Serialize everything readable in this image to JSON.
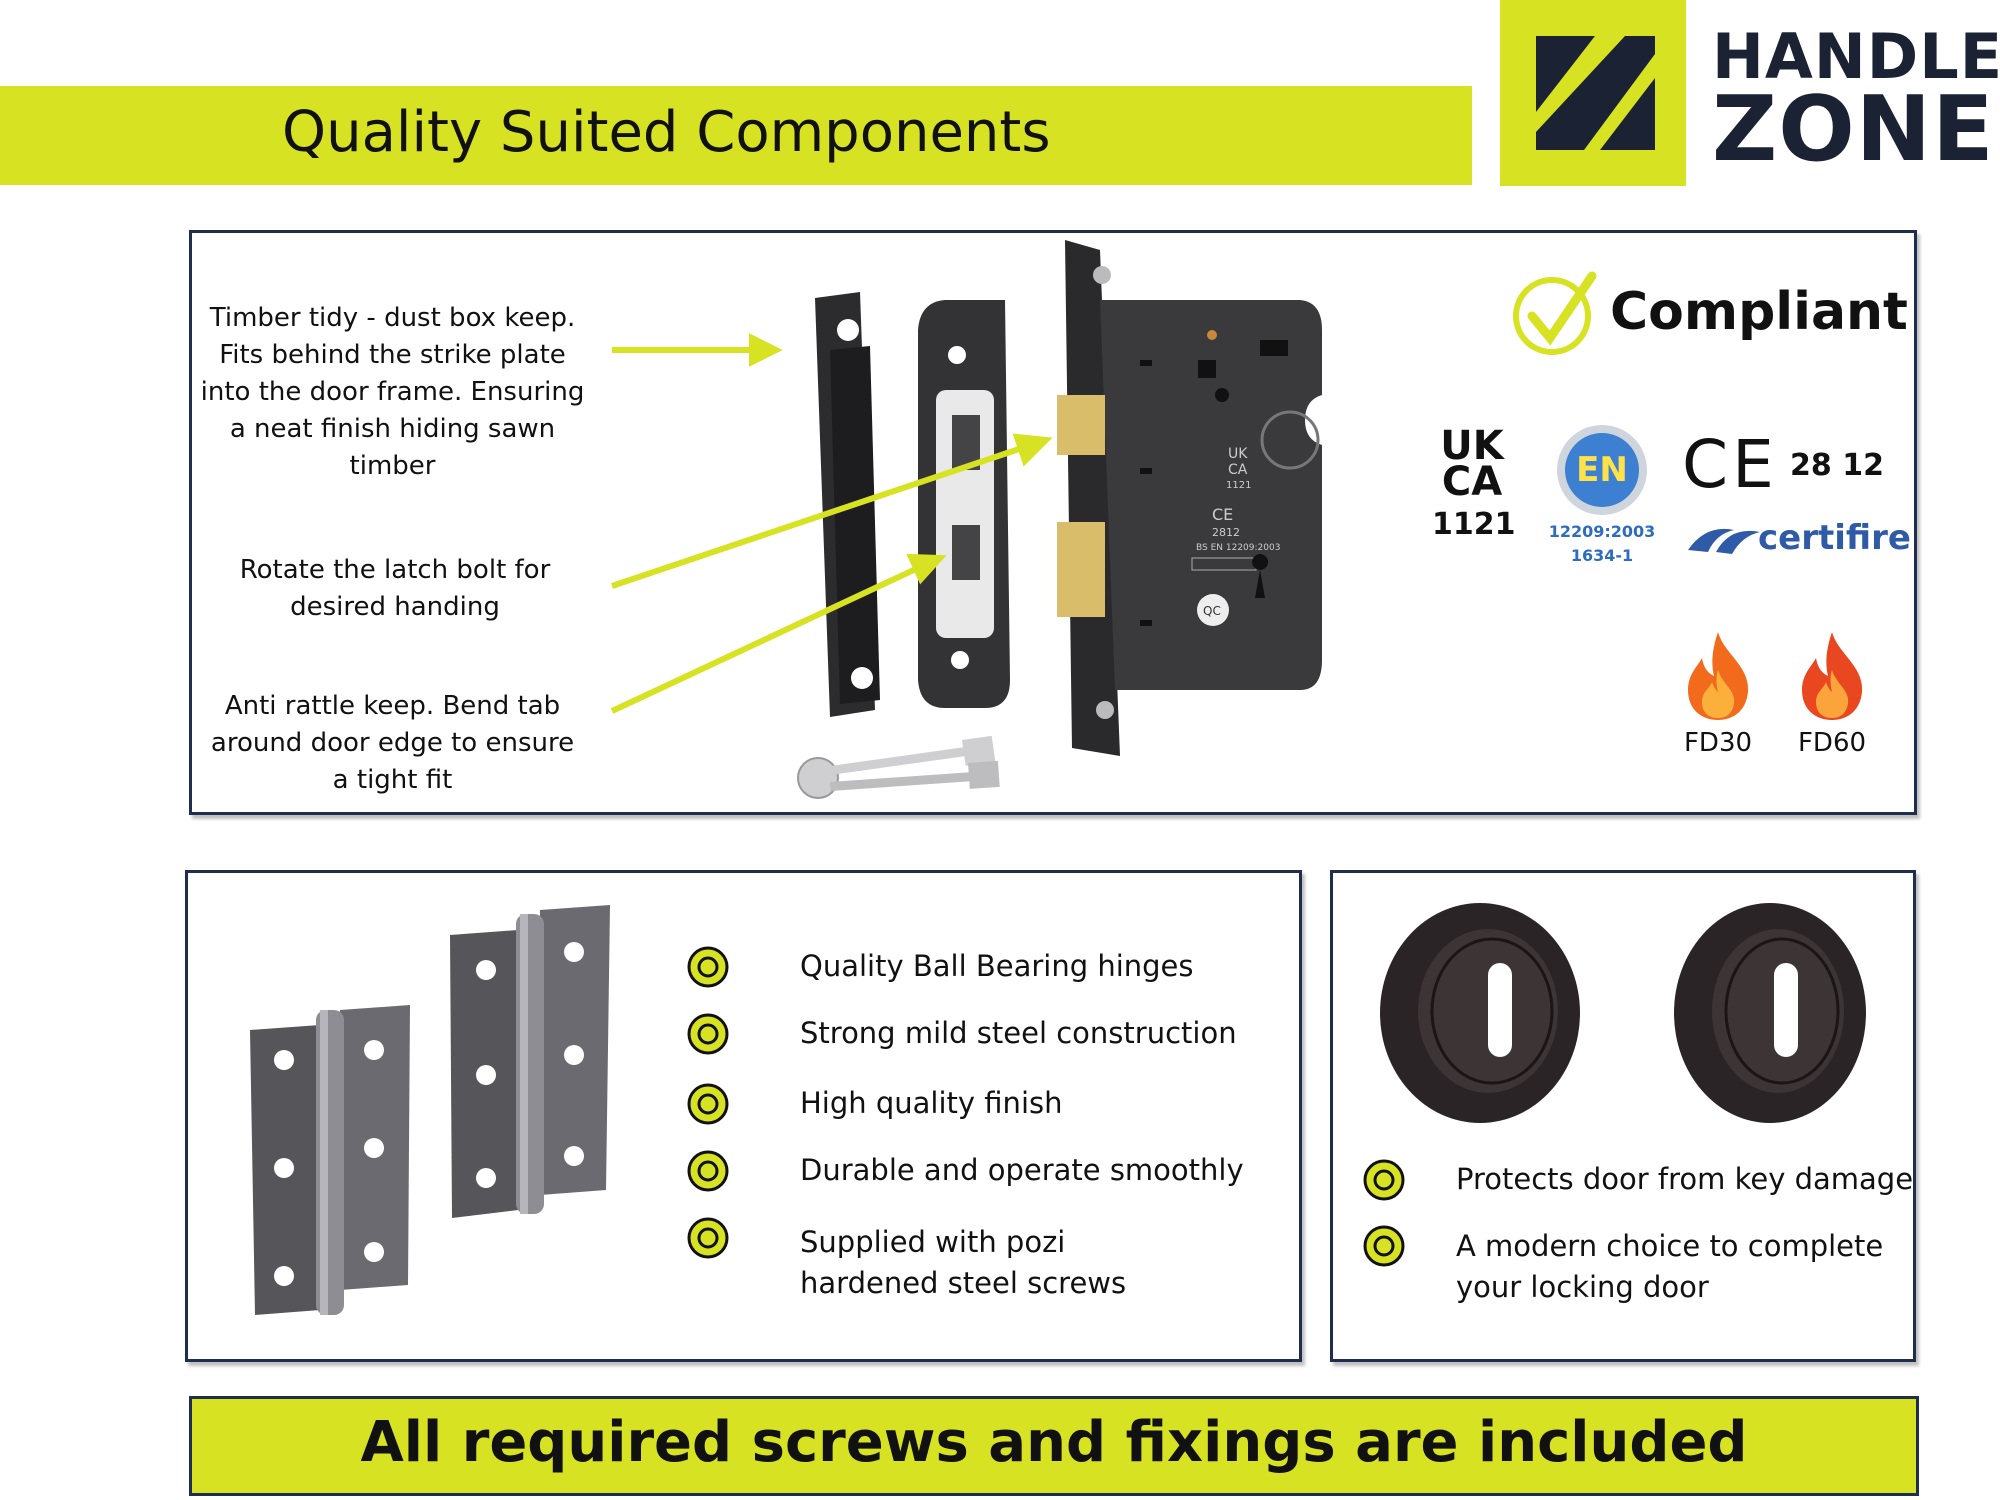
{
  "header": {
    "title": "Quality Suited Components"
  },
  "logo": {
    "line1": "HANDLE",
    "line2": "ZONE"
  },
  "sashlock_panel": {
    "notes": [
      "Timber tidy - dust box keep. Fits behind the strike plate into the door frame. Ensuring a neat finish hiding sawn timber",
      "Rotate the latch bolt for desired handing",
      "Anti rattle keep. Bend tab around door edge to ensure a tight fit"
    ],
    "product_marks": {
      "uk": "UK",
      "ca": "CA",
      "num": "1121",
      "ce": "CE",
      "code": "2812",
      "bs": "BS EN 12209:2003",
      "qc": "QC"
    },
    "compliance": {
      "title": "Compliant",
      "ukca": {
        "line1": "UK",
        "line2": "CA",
        "number": "1121"
      },
      "en": {
        "badge": "EN",
        "line1": "12209:2003",
        "line2": "1634-1"
      },
      "ce": {
        "mark": "CE",
        "number": "28 12"
      },
      "certifire": "certifire",
      "fire_ratings": [
        "FD30",
        "FD60"
      ]
    }
  },
  "hinges_panel": {
    "bullets": [
      "Quality Ball Bearing hinges",
      "Strong mild steel construction",
      "High quality finish",
      "Durable and operate smoothly",
      "Supplied with pozi hardened steel screws"
    ]
  },
  "escutcheon_panel": {
    "bullets": [
      "Protects door from key damage",
      "A modern choice to complete your locking door"
    ]
  },
  "footer": {
    "text": "All required screws and fixings are included"
  },
  "colors": {
    "accent": "#d6e222",
    "navy": "#1f2d4e",
    "metal": "#3a3a3d",
    "brass": "#d9bd6a"
  },
  "icons": [
    "check-circle-icon",
    "flame-icon",
    "bullet-ring-icon",
    "key-icon"
  ]
}
